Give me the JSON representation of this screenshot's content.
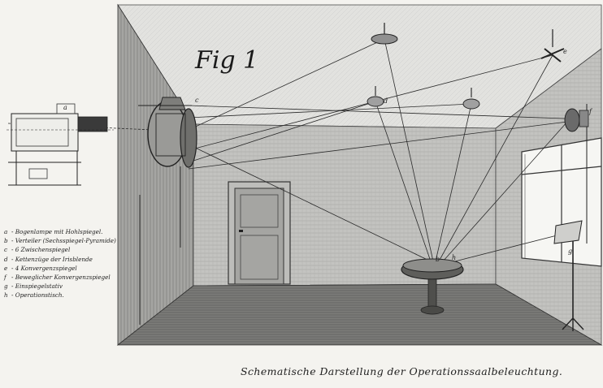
{
  "figure_label": "Fig 1",
  "caption": "Schematische Darstellung der Operationssaalbeleuchtung.",
  "legend": [
    {
      "key": "a",
      "text": "- Bogenlampe mit Hohlspiegel."
    },
    {
      "key": "b",
      "text": "- Verteiler (Sechsspiegel-Pyramide)"
    },
    {
      "key": "c",
      "text": "- 6 Zwischenspiegel"
    },
    {
      "key": "d",
      "text": "- Kettenzüge der Irisblende"
    },
    {
      "key": "e",
      "text": "- 4 Konvergenzspiegel"
    },
    {
      "key": "f",
      "text": "- Beweglicher Konvergenzspiegel"
    },
    {
      "key": "g",
      "text": "- Einspiegelstativ"
    },
    {
      "key": "h",
      "text": "- Operationstisch."
    }
  ],
  "point_labels": {
    "lamp": "a",
    "distributor": "b",
    "mirror_c": "c",
    "mirror_d": "d",
    "mirror_e": "e",
    "mirror_f": "f",
    "stand": "g",
    "table": "h"
  },
  "colors": {
    "paper": "#f4f3ef",
    "ink": "#2a2a2a",
    "wall_shade": "#8c8c8c",
    "floor_shade": "#6e6e6e",
    "ceiling_shade": "#d9d9d6"
  }
}
